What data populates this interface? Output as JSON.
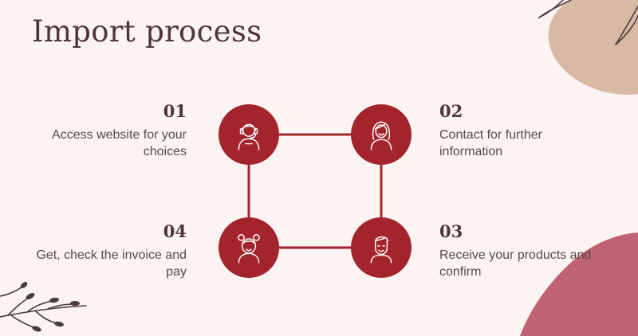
{
  "title": "Import process",
  "colors": {
    "background": "#fcf4f2",
    "node_fill": "#a3242c",
    "connector": "#a3242c",
    "blob_tan": "#d8b9a4",
    "blob_rose": "#c06273",
    "heading": "#4e3636"
  },
  "steps": [
    {
      "number": "01",
      "text": "Access website for your choices",
      "icon": "woman-headset-icon"
    },
    {
      "number": "02",
      "text": "Contact for further information",
      "icon": "woman-long-hair-icon"
    },
    {
      "number": "03",
      "text": "Receive your products and confirm",
      "icon": "man-face-icon"
    },
    {
      "number": "04",
      "text": "Get, check the invoice and pay",
      "icon": "woman-bun-hair-icon"
    }
  ]
}
